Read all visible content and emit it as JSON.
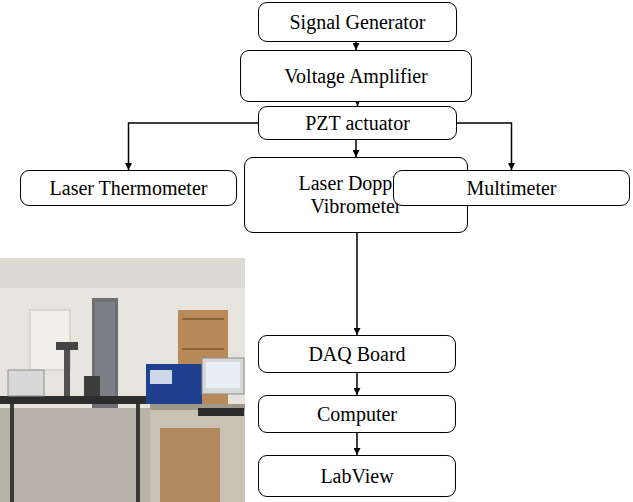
{
  "diagram": {
    "nodes": [
      {
        "text": [
          "Signal Generator"
        ]
      },
      {
        "text": [
          "Voltage Amplifier"
        ]
      },
      {
        "text": [
          "PZT actuator"
        ]
      },
      {
        "text": [
          "Laser Thermometer"
        ]
      },
      {
        "text": [
          "Laser Doppler Vibrometer"
        ]
      },
      {
        "text": [
          "Multimeter"
        ]
      },
      {
        "text": [
          "DAQ Board"
        ]
      },
      {
        "text": [
          "Computer"
        ]
      },
      {
        "text": [
          "LabView"
        ]
      }
    ],
    "edges": [
      {
        "from": 0,
        "to": 1,
        "arrow": "to"
      },
      {
        "from": 1,
        "to": 2,
        "arrow": "to"
      },
      {
        "from": 2,
        "to": 3,
        "arrow": "to"
      },
      {
        "from": 2,
        "to": 4,
        "arrow": "to"
      },
      {
        "from": 2,
        "to": 5,
        "arrow": "to"
      },
      {
        "from": 4,
        "to": 6,
        "arrow": "to"
      },
      {
        "from": 6,
        "to": 7,
        "arrow": "to"
      },
      {
        "from": 7,
        "to": 8,
        "arrow": "to"
      }
    ]
  }
}
